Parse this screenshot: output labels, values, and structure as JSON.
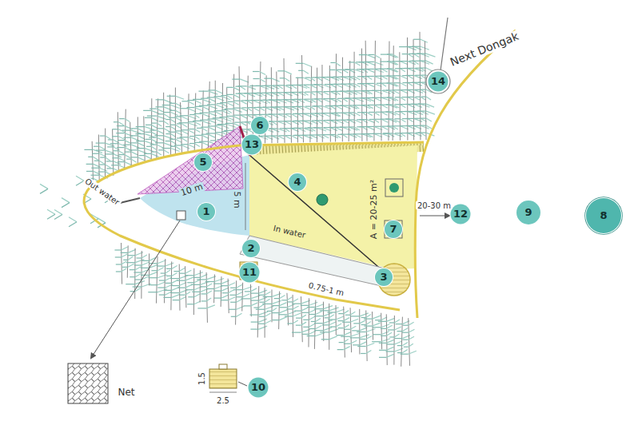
{
  "diagram": {
    "labels": [
      "Next Dongak",
      "14",
      "6",
      "13",
      "5",
      "4",
      "10 m",
      "Out water",
      "1",
      "5 m",
      "A = 20-25 m²",
      "In water",
      "2",
      "0.75-1 m",
      "11",
      "3",
      "7",
      "12",
      "20-30 m",
      "9",
      "8",
      "Net",
      "1.5",
      "2.5",
      "10"
    ]
  }
}
